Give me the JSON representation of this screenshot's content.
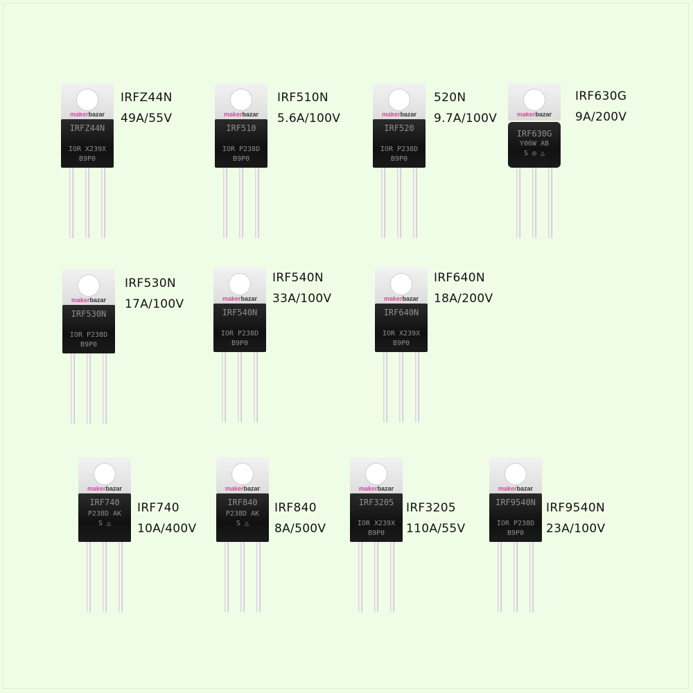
{
  "brand": {
    "mk": "maker",
    "rest": "bazar"
  },
  "parts": [
    {
      "name": "IRFZ44N",
      "rating": "49A/55V",
      "mark": [
        "IRFZ44N",
        "IOR X239X",
        "B9P0"
      ]
    },
    {
      "name": "IRF510N",
      "rating": "5.6A/100V",
      "mark": [
        "IRF510",
        "IOR P238D",
        "B9P0"
      ]
    },
    {
      "name": "520N",
      "rating": "9.7A/100V",
      "mark": [
        "IRF520",
        "IOR P238D",
        "B9P0"
      ]
    },
    {
      "name": "IRF630G",
      "rating": "9A/200V",
      "mark": [
        "IRF630G",
        "Y06W AB",
        "S ◎ △"
      ]
    },
    {
      "name": "IRF530N",
      "rating": "17A/100V",
      "mark": [
        "IRF530N",
        "IOR P238D",
        "B9P0"
      ]
    },
    {
      "name": "IRF540N",
      "rating": "33A/100V",
      "mark": [
        "IRF540N",
        "IOR P238D",
        "B9P0"
      ]
    },
    {
      "name": "IRF640N",
      "rating": "18A/200V",
      "mark": [
        "IRF640N",
        "IOR X239X",
        "B9P0"
      ]
    },
    {
      "name": "IRF740",
      "rating": "10A/400V",
      "mark": [
        "IRF740",
        "P238D AK",
        "S △"
      ]
    },
    {
      "name": "IRF840",
      "rating": "8A/500V",
      "mark": [
        "IRF840",
        "P238D AK",
        "S △"
      ]
    },
    {
      "name": "IRF3205",
      "rating": "110A/55V",
      "mark": [
        "IRF3205",
        "IOR X239X",
        "B9P0"
      ]
    },
    {
      "name": "IRF9540N",
      "rating": "23A/100V",
      "mark": [
        "IRF9540N",
        "IOR P238D",
        "B9P0"
      ]
    }
  ]
}
